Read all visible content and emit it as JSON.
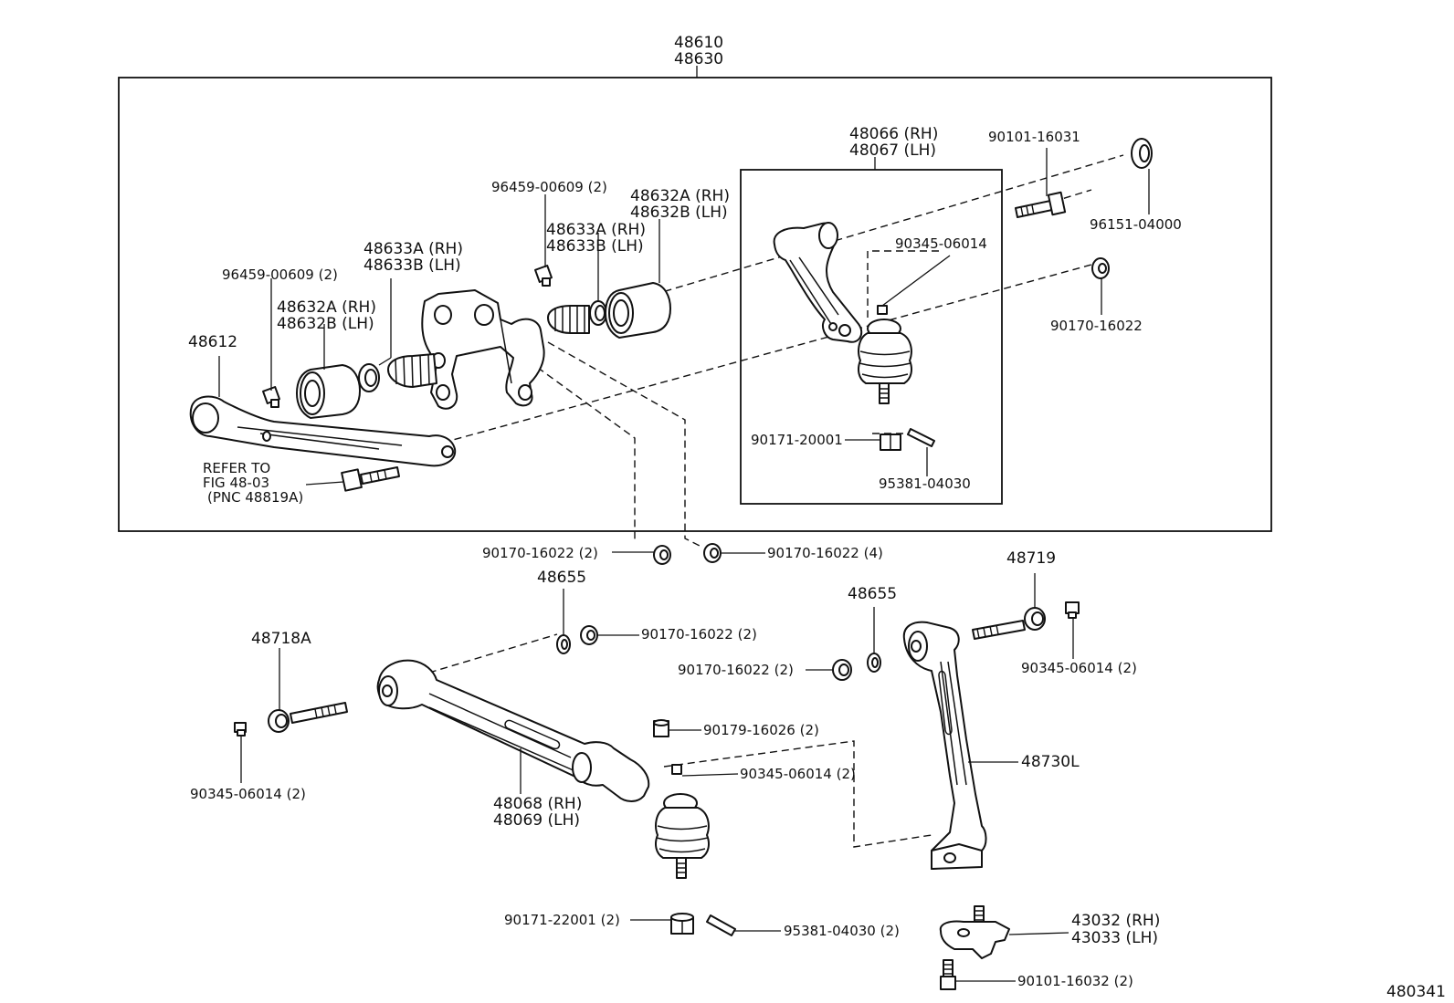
{
  "diagram_id": "480341",
  "labels": {
    "assy_a": "48610",
    "assy_b": "48630",
    "upper_arm_rh": "48066 (RH)",
    "upper_arm_lh": "48067 (LH)",
    "bolt_90101_16031": "90101-16031",
    "seal_96151": "96151-04000",
    "fitting_90345_upper": "90345-06014",
    "nut_90170_right": "90170-16022",
    "nut_90171_20001": "90171-20001",
    "pin_95381_upper": "95381-04030",
    "fitting_96459_center": "96459-00609 (2)",
    "bush_48632_center_rh": "48632A (RH)",
    "bush_48632_center_lh": "48632B (LH)",
    "sleeve_48633_center_rh": "48633A (RH)",
    "sleeve_48633_center_lh": "48633B (LH)",
    "sleeve_48633_left_rh": "48633A (RH)",
    "sleeve_48633_left_lh": "48633B (LH)",
    "fitting_96459_left": "96459-00609 (2)",
    "bush_48632_left_rh": "48632A (RH)",
    "bush_48632_left_lh": "48632B (LH)",
    "arm_48612": "48612",
    "refer_1": "REFER TO",
    "refer_2": "FIG 48-03",
    "refer_3": "(PNC 48819A)",
    "nut_90170_mid_left": "90170-16022 (2)",
    "nut_90170_mid_right": "90170-16022 (4)",
    "washer_48655_left": "48655",
    "nut_90170_lower_left": "90170-16022 (2)",
    "bolt_48718a": "48718A",
    "fitting_90345_lower_left": "90345-06014 (2)",
    "nut_90179": "90179-16026 (2)",
    "fitting_90345_lower_mid": "90345-06014 (2)",
    "lower_arm_rh": "48068 (RH)",
    "lower_arm_lh": "48069 (LH)",
    "nut_90171_22001": "90171-22001 (2)",
    "pin_95381_lower": "95381-04030 (2)",
    "washer_48655_right": "48655",
    "nut_90170_lower_right": "90170-16022 (2)",
    "bolt_48719": "48719",
    "fitting_90345_lower_right": "90345-06014 (2)",
    "strut_48730l": "48730L",
    "knuckle_rh": "43032 (RH)",
    "knuckle_lh": "43033 (LH)",
    "bolt_90101_16032": "90101-16032 (2)"
  }
}
